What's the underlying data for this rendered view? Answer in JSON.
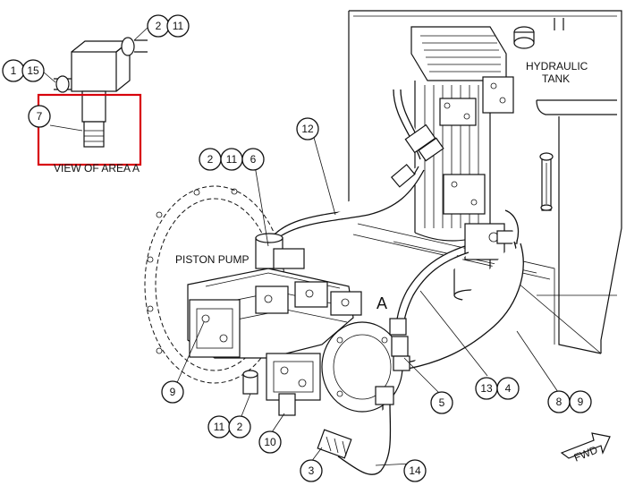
{
  "labels": {
    "view_caption": "VIEW OF AREA A",
    "tank_line1": "HYDRAULIC",
    "tank_line2": "TANK",
    "pump": "PISTON PUMP",
    "area_letter": "A",
    "fwd": "FWD"
  },
  "callouts": {
    "c_1": "1",
    "c_15": "15",
    "c_2a": "2",
    "c_11a": "11",
    "c_7": "7",
    "c_2b": "2",
    "c_11b": "11",
    "c_6": "6",
    "c_12": "12",
    "c_9a": "9",
    "c_11c": "11",
    "c_2c": "2",
    "c_10": "10",
    "c_5": "5",
    "c_13": "13",
    "c_4": "4",
    "c_8": "8",
    "c_9b": "9",
    "c_3": "3",
    "c_14": "14"
  },
  "highlight_color": "#d8000c"
}
